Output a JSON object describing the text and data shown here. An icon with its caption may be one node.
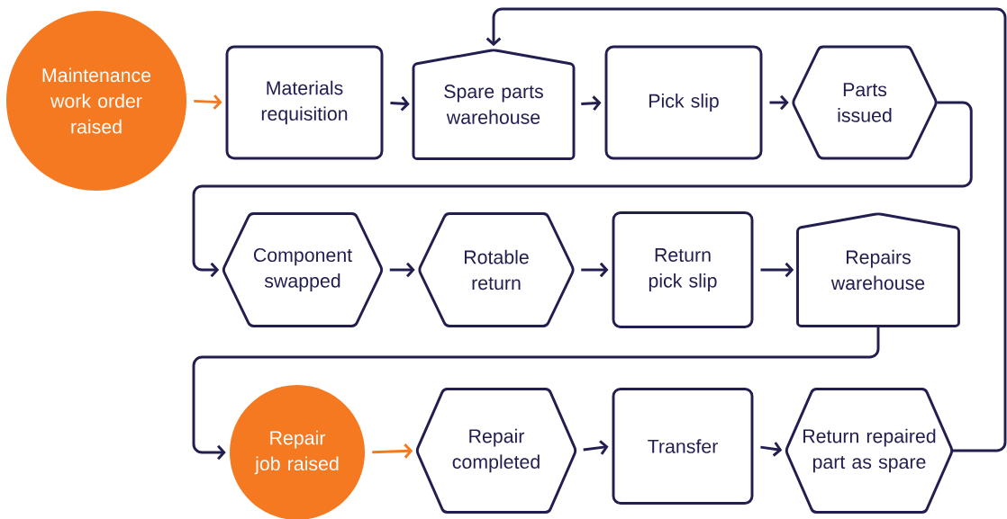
{
  "diagram": {
    "nodes": [
      {
        "text": [
          "Maintenance work order raised"
        ]
      },
      {
        "text": [
          "Materials requisition"
        ]
      },
      {
        "text": [
          "Spare parts warehouse"
        ]
      },
      {
        "text": [
          "Pick slip"
        ]
      },
      {
        "text": [
          "Parts issued"
        ]
      },
      {
        "text": [
          "Component swapped"
        ]
      },
      {
        "text": [
          "Rotable return"
        ]
      },
      {
        "text": [
          "Return pick slip"
        ]
      },
      {
        "text": [
          "Repairs warehouse"
        ]
      },
      {
        "text": [
          "Repair job raised"
        ]
      },
      {
        "text": [
          "Repair completed"
        ]
      },
      {
        "text": [
          "Transfer"
        ]
      },
      {
        "text": [
          "Return repaired part as spare"
        ]
      }
    ],
    "edges": [
      {
        "from": 0,
        "to": 1,
        "arrow": "to",
        "color": "#f47920"
      },
      {
        "from": 1,
        "to": 2,
        "arrow": "to"
      },
      {
        "from": 2,
        "to": 3,
        "arrow": "to"
      },
      {
        "from": 3,
        "to": 4,
        "arrow": "to"
      },
      {
        "from": 4,
        "to": 5,
        "arrow": "to"
      },
      {
        "from": 5,
        "to": 6,
        "arrow": "to"
      },
      {
        "from": 6,
        "to": 7,
        "arrow": "to"
      },
      {
        "from": 7,
        "to": 8,
        "arrow": "to"
      },
      {
        "from": 8,
        "to": 9,
        "arrow": "to"
      },
      {
        "from": 9,
        "to": 10,
        "arrow": "to",
        "color": "#f47920"
      },
      {
        "from": 10,
        "to": 11,
        "arrow": "to"
      },
      {
        "from": 11,
        "to": 12,
        "arrow": "to"
      },
      {
        "from": 12,
        "to": 2,
        "arrow": "to"
      }
    ]
  }
}
